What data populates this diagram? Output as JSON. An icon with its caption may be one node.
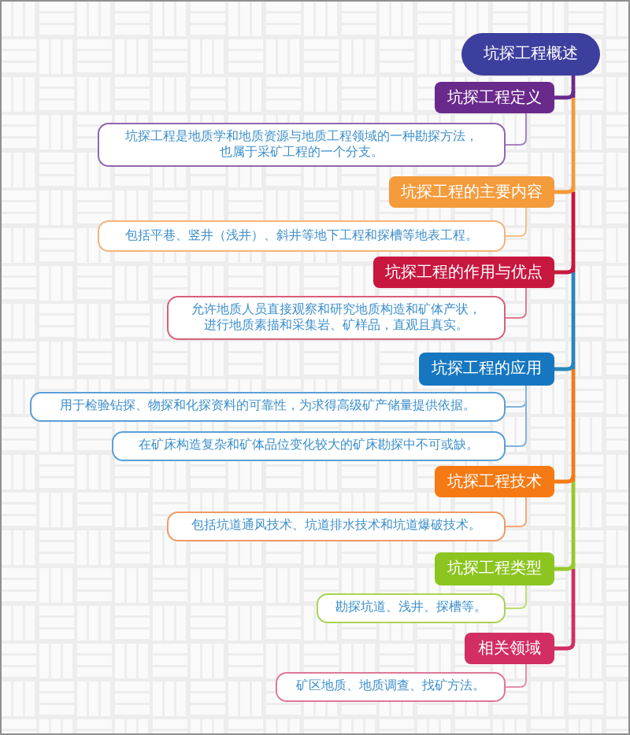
{
  "diagram": {
    "nodes": [
      {
        "text": [
          "坑探工程概述"
        ]
      },
      {
        "text": [
          "坑探工程定义"
        ]
      },
      {
        "text": [
          "坑探工程是地质学和地质资源与地质工程领域的一种勘探方法，也属于采矿工程的一个分支。"
        ]
      },
      {
        "text": [
          "坑探工程的主要内容"
        ]
      },
      {
        "text": [
          "包括平巷、竖井（浅井）、斜井等地下工程和探槽等地表工程。"
        ]
      },
      {
        "text": [
          "坑探工程的作用与优点"
        ]
      },
      {
        "text": [
          "允许地质人员直接观察和研究地质构造和矿体产状，进行地质素描和采集岩、矿样品，直观且真实。"
        ]
      },
      {
        "text": [
          "坑探工程的应用"
        ]
      },
      {
        "text": [
          "用于检验钻探、物探和化探资料的可靠性，为求得高级矿产储量提供依据。"
        ]
      },
      {
        "text": [
          "在矿床构造复杂和矿体品位变化较大的矿床勘探中不可或缺。"
        ]
      },
      {
        "text": [
          "坑探工程技术"
        ]
      },
      {
        "text": [
          "包括坑道通风技术、坑道排水技术和坑道爆破技术。"
        ]
      },
      {
        "text": [
          "坑探工程类型"
        ]
      },
      {
        "text": [
          "勘探坑道、浅井、探槽等。"
        ]
      },
      {
        "text": [
          "相关领域"
        ]
      },
      {
        "text": [
          "矿区地质、地质调查、找矿方法。"
        ]
      }
    ],
    "edges": [
      {
        "from": 0,
        "to": 1,
        "arrow": "none",
        "style": "thick",
        "color": "#6a2a8c"
      },
      {
        "from": 1,
        "to": 2,
        "arrow": "none",
        "color": "#a883c0"
      },
      {
        "from": 0,
        "to": 3,
        "arrow": "none",
        "style": "thick",
        "color": "#f39a3a"
      },
      {
        "from": 3,
        "to": 4,
        "arrow": "none",
        "color": "#f6bd8a"
      },
      {
        "from": 0,
        "to": 5,
        "arrow": "none",
        "style": "thick",
        "color": "#c8173f"
      },
      {
        "from": 5,
        "to": 6,
        "arrow": "none",
        "color": "#e07a90"
      },
      {
        "from": 0,
        "to": 7,
        "arrow": "none",
        "style": "thick",
        "color": "#2a86bd"
      },
      {
        "from": 7,
        "to": 8,
        "arrow": "none",
        "color": "#7fb4de"
      },
      {
        "from": 7,
        "to": 9,
        "arrow": "none",
        "color": "#7fb4de"
      },
      {
        "from": 0,
        "to": 10,
        "arrow": "none",
        "style": "thick",
        "color": "#f57a14"
      },
      {
        "from": 10,
        "to": 11,
        "arrow": "none",
        "color": "#f4a878"
      },
      {
        "from": 0,
        "to": 12,
        "arrow": "none",
        "style": "thick",
        "color": "#96c92a"
      },
      {
        "from": 12,
        "to": 13,
        "arrow": "none",
        "color": "#bede70"
      },
      {
        "from": 0,
        "to": 14,
        "arrow": "none",
        "style": "thick",
        "color": "#d22e64"
      },
      {
        "from": 14,
        "to": 15,
        "arrow": "none",
        "color": "#e690ad"
      }
    ]
  }
}
